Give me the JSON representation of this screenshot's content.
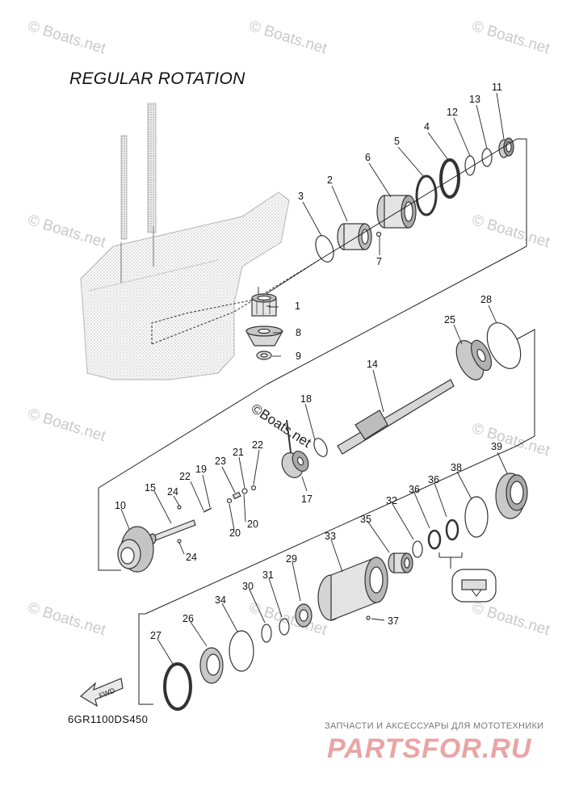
{
  "title": "REGULAR ROTATION",
  "diagram_code": "6GR1100DS450",
  "fwd_label": "FWD",
  "watermarks": {
    "text": "© Boats.net",
    "center_text": "©Boats.net"
  },
  "shop": {
    "tagline": "ЗАПЧАСТИ И АКСЕССУАРЫ ДЛЯ МОТОТЕХНИКИ",
    "logo": "PARTSFOR.RU",
    "logo_color": "#e9a4a4"
  },
  "callouts": [
    {
      "id": "c1",
      "label": "1"
    },
    {
      "id": "c2",
      "label": "2"
    },
    {
      "id": "c3",
      "label": "3"
    },
    {
      "id": "c4",
      "label": "4"
    },
    {
      "id": "c5",
      "label": "5"
    },
    {
      "id": "c6",
      "label": "6"
    },
    {
      "id": "c7",
      "label": "7"
    },
    {
      "id": "c8",
      "label": "8"
    },
    {
      "id": "c9",
      "label": "9"
    },
    {
      "id": "c10",
      "label": "10"
    },
    {
      "id": "c11",
      "label": "11"
    },
    {
      "id": "c12",
      "label": "12"
    },
    {
      "id": "c13",
      "label": "13"
    },
    {
      "id": "c14",
      "label": "14"
    },
    {
      "id": "c15",
      "label": "15"
    },
    {
      "id": "c17",
      "label": "17"
    },
    {
      "id": "c18",
      "label": "18"
    },
    {
      "id": "c19",
      "label": "19"
    },
    {
      "id": "c20a",
      "label": "20"
    },
    {
      "id": "c20b",
      "label": "20"
    },
    {
      "id": "c21",
      "label": "21"
    },
    {
      "id": "c22a",
      "label": "22"
    },
    {
      "id": "c22b",
      "label": "22"
    },
    {
      "id": "c23",
      "label": "23"
    },
    {
      "id": "c24a",
      "label": "24"
    },
    {
      "id": "c24b",
      "label": "24"
    },
    {
      "id": "c25",
      "label": "25"
    },
    {
      "id": "c26",
      "label": "26"
    },
    {
      "id": "c27",
      "label": "27"
    },
    {
      "id": "c28",
      "label": "28"
    },
    {
      "id": "c29",
      "label": "29"
    },
    {
      "id": "c30",
      "label": "30"
    },
    {
      "id": "c31",
      "label": "31"
    },
    {
      "id": "c32",
      "label": "32"
    },
    {
      "id": "c33",
      "label": "33"
    },
    {
      "id": "c34",
      "label": "34"
    },
    {
      "id": "c35",
      "label": "35"
    },
    {
      "id": "c36a",
      "label": "36"
    },
    {
      "id": "c36b",
      "label": "36"
    },
    {
      "id": "c37",
      "label": "37"
    },
    {
      "id": "c38",
      "label": "38"
    },
    {
      "id": "c39",
      "label": "39"
    }
  ]
}
